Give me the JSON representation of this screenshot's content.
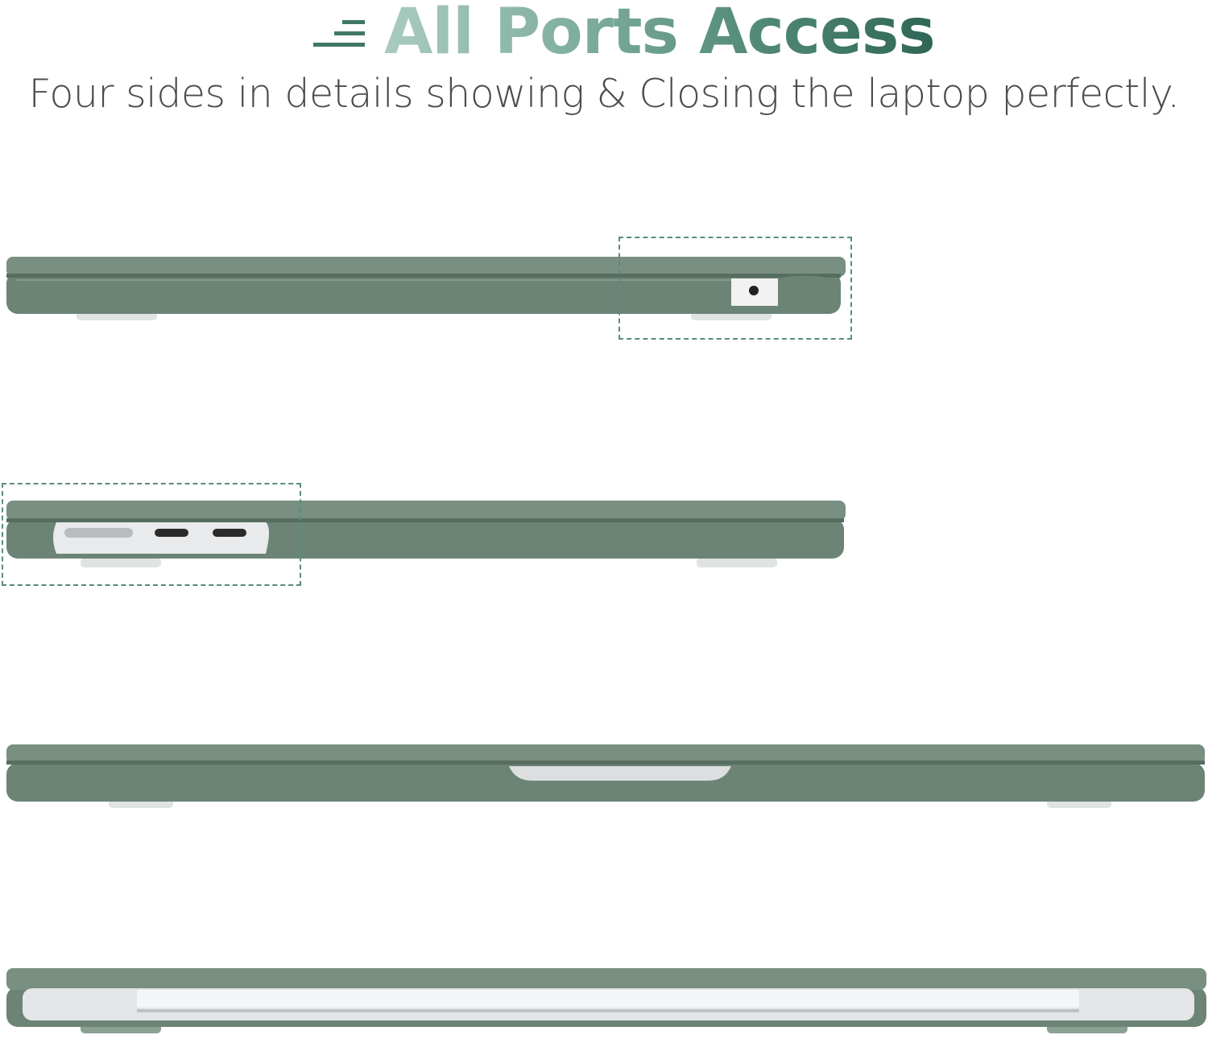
{
  "header": {
    "title": "All Ports Access",
    "subtitle": "Four sides in details showing & Closing the laptop perfectly."
  },
  "colors": {
    "case_green": "#6b8476",
    "case_green_dark": "#566d60",
    "title_gradient_start": "#a9cbc0",
    "title_gradient_end": "#2f6656",
    "subtitle_text": "#4c4c4c",
    "callout_border": "#5a8c7d",
    "metal": "#d9dbdd"
  },
  "icons": {
    "logo": "stacked-lines-icon",
    "headphone_jack": "headphone-jack-icon",
    "magsafe": "magsafe-port-icon",
    "usb_c": "usb-c-port-icon"
  },
  "views": [
    {
      "name": "right-side-view",
      "highlight": "headphone-jack"
    },
    {
      "name": "left-side-view",
      "highlight": "magsafe-and-usb-c-ports"
    },
    {
      "name": "front-view",
      "highlight": ""
    },
    {
      "name": "back-view",
      "highlight": ""
    }
  ]
}
